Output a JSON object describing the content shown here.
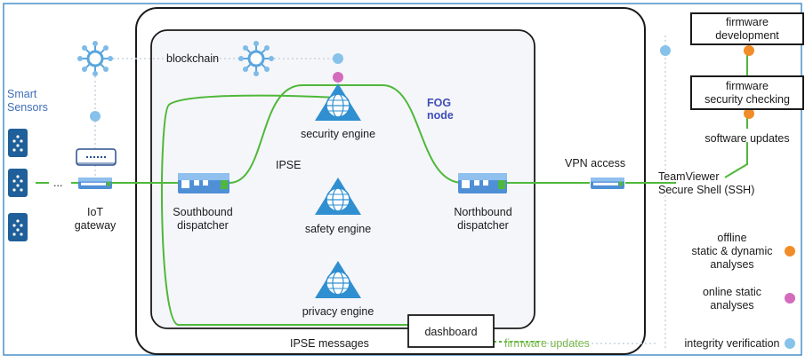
{
  "colors": {
    "frame_blue": "#4a90c8",
    "green_link": "#4fb83a",
    "dark_outline": "#1a1a1a",
    "dot_blue": "#86c2ea",
    "dot_orange": "#f28c28",
    "dot_pink": "#d46bbd",
    "engine_blue": "#2f8fd0",
    "sensor_blue": "#1f5f9a",
    "label_blue": "#3f4fb8",
    "firmware_green": "#7ab84a"
  },
  "labels": {
    "smart_sensors": [
      "Smart",
      "Sensors"
    ],
    "iot_gateway": [
      "IoT",
      "gateway"
    ],
    "blockchain": "blockchain",
    "southbound": [
      "Southbound",
      "dispatcher"
    ],
    "northbound": [
      "Northbound",
      "dispatcher"
    ],
    "ipse": "IPSE",
    "fog_node": [
      "FOG",
      "node"
    ],
    "security_engine": "security engine",
    "safety_engine": "safety engine",
    "privacy_engine": "privacy engine",
    "dashboard": "dashboard",
    "ipse_messages": "IPSE messages",
    "firmware_updates": "firmware updates",
    "vpn_access": "VPN access",
    "remote_access": [
      "TeamViewer",
      "Secure Shell (SSH)"
    ],
    "firmware_development": [
      "firmware",
      "development"
    ],
    "firmware_security_checking": [
      "firmware",
      "security checking"
    ],
    "software_updates": "software updates",
    "ellipsis": "..."
  },
  "legend": [
    {
      "text": [
        "offline",
        "static & dynamic",
        "analyses"
      ],
      "color": "orange"
    },
    {
      "text": [
        "online static",
        "analyses"
      ],
      "color": "pink"
    },
    {
      "text": [
        "integrity verification"
      ],
      "color": "blue"
    }
  ],
  "icons": {
    "blockchain": "network-node-icon",
    "engine": "globe-triangle-icon",
    "dispatcher": "network-switch-icon",
    "gateway": "router-icon",
    "sensor": "sensor-chip-icon"
  }
}
